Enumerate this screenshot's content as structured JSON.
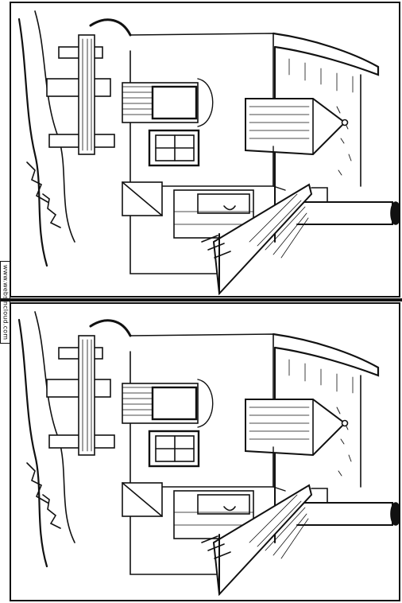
{
  "watermark": {
    "text": "www.websincloud.com"
  },
  "scene": {
    "description_icon": "cottage-with-steps-lineart",
    "orientation": "rotated-90-clockwise"
  },
  "colors": {
    "ink": "#111111",
    "paper": "#ffffff"
  }
}
